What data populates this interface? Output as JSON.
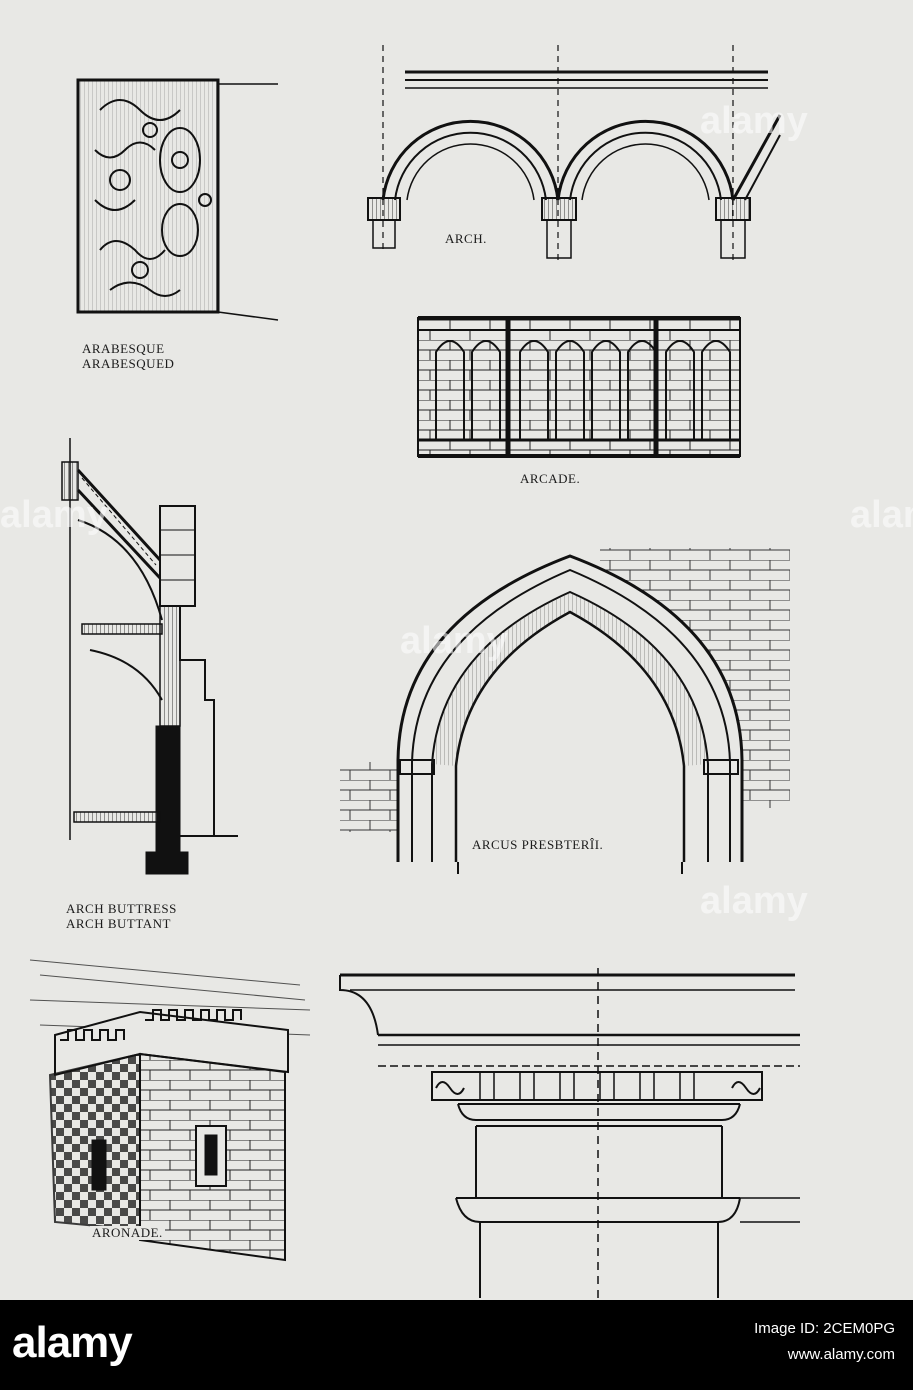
{
  "plate": {
    "captions": {
      "arabesque": "ARABESQUE",
      "arabesqued": "ARABESQUED",
      "arch": "ARCH.",
      "arcade": "ARCADE.",
      "arch_buttress": "ARCH BUTTRESS",
      "arch_buttant": "ARCH BUTTANT",
      "arcus_presbterii": "ARCUS PRESBTERÎI.",
      "aronade": "ARONADE."
    }
  },
  "watermark": {
    "text": "alamy"
  },
  "stock_bar": {
    "logo": "alamy",
    "image_id": "Image ID: 2CEM0PG",
    "site": "www.alamy.com"
  }
}
